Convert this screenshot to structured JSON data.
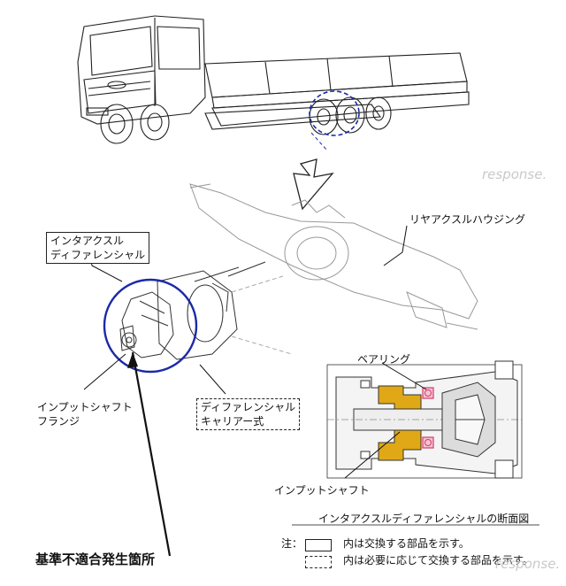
{
  "labels": {
    "inter_axle_diff": [
      "インタアクスル",
      "ディファレンシャル"
    ],
    "rear_axle_housing": "リヤアクスルハウジング",
    "input_shaft_flange": [
      "インプットシャフト",
      "フランジ"
    ],
    "diff_carrier": [
      "ディファレンシャル",
      "キャリアー式"
    ],
    "bearing": "ベアリング",
    "input_shaft": "インプットシャフト",
    "cross_section_caption": "インタアクスルディファレンシャルの断面図",
    "defect_location": "基準不適合発生箇所",
    "note_prefix": "注：",
    "note_solid": "内は交換する部品を示す。",
    "note_dashed": "内は必要に応じて交換する部品を示す。",
    "watermark": "response."
  },
  "colors": {
    "highlight_circle": "#1a2aa8",
    "cross_section_part": "#e0a816",
    "bearing": "#d23c6a",
    "line": "#222222"
  }
}
